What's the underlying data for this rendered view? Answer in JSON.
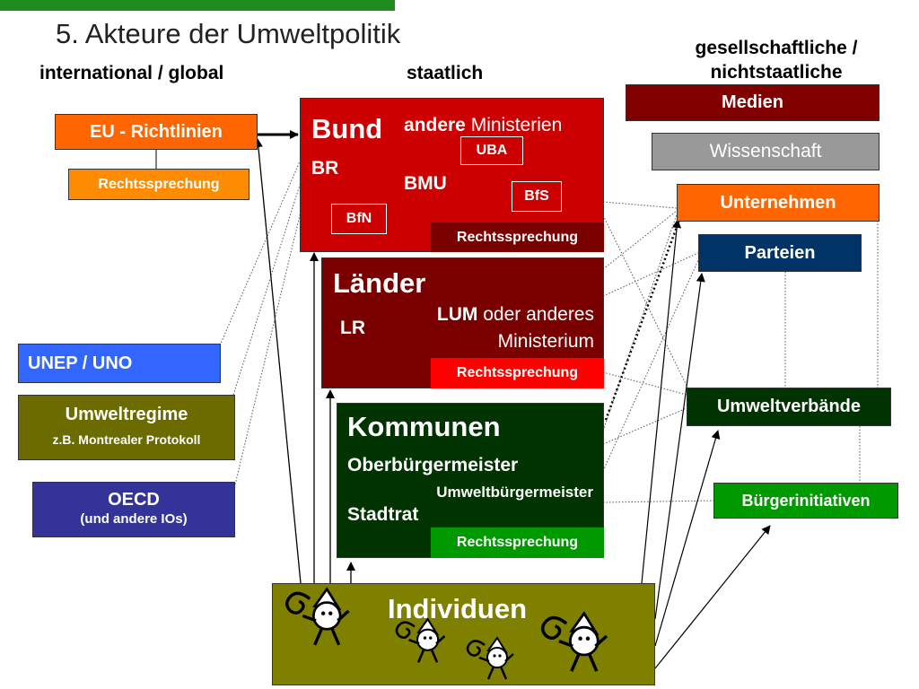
{
  "title": "5. Akteure der Umweltpolitik",
  "columns": {
    "international": "international / global",
    "staatlich": "staatlich",
    "gesellschaftlich_1": "gesellschaftliche /",
    "gesellschaftlich_2": "nichtstaatliche"
  },
  "international": {
    "eu": "EU - Richtlinien",
    "eu_rechtsprechung": "Rechtssprechung",
    "unep": "UNEP / UNO",
    "umweltregime": "Umweltregime",
    "umweltregime_sub": "z.B. Montrealer Protokoll",
    "oecd": "OECD",
    "oecd_sub": "(und andere IOs)"
  },
  "bund": {
    "title": "Bund",
    "br": "BR",
    "andere": "andere",
    "ministerien": "Ministerien",
    "bmu": "BMU",
    "uba": "UBA",
    "bfs": "BfS",
    "bfn": "BfN",
    "rechtsprechung": "Rechtssprechung"
  },
  "laender": {
    "title": "Länder",
    "lr": "LR",
    "lum": "LUM",
    "oder": "oder anderes",
    "ministerium": "Ministerium",
    "rechtsprechung": "Rechtssprechung"
  },
  "kommunen": {
    "title": "Kommunen",
    "ob": "Oberbürgermeister",
    "ubm": "Umweltbürgermeister",
    "stadtrat": "Stadtrat",
    "rechtsprechung": "Rechtssprechung"
  },
  "individuen": {
    "title": "Individuen"
  },
  "gesellschaft": {
    "medien": "Medien",
    "wissenschaft": "Wissenschaft",
    "unternehmen": "Unternehmen",
    "parteien": "Parteien",
    "umweltverbaende": "Umweltverbände",
    "buergerinitiativen": "Bürgerinitiativen"
  },
  "colors": {
    "accent_bar": "#1e8c1e",
    "bund": "#cc0000",
    "laender": "#7a0000",
    "kommunen": "#003300",
    "individuen": "#808000",
    "eu": "#ff6600",
    "unep": "#3366ff",
    "umweltregime": "#6b6b00",
    "oecd": "#333399",
    "medien": "#800000",
    "wissenschaft": "#999999",
    "parteien": "#003366",
    "umweltverbaende": "#003300",
    "buergerinitiativen": "#009900"
  }
}
